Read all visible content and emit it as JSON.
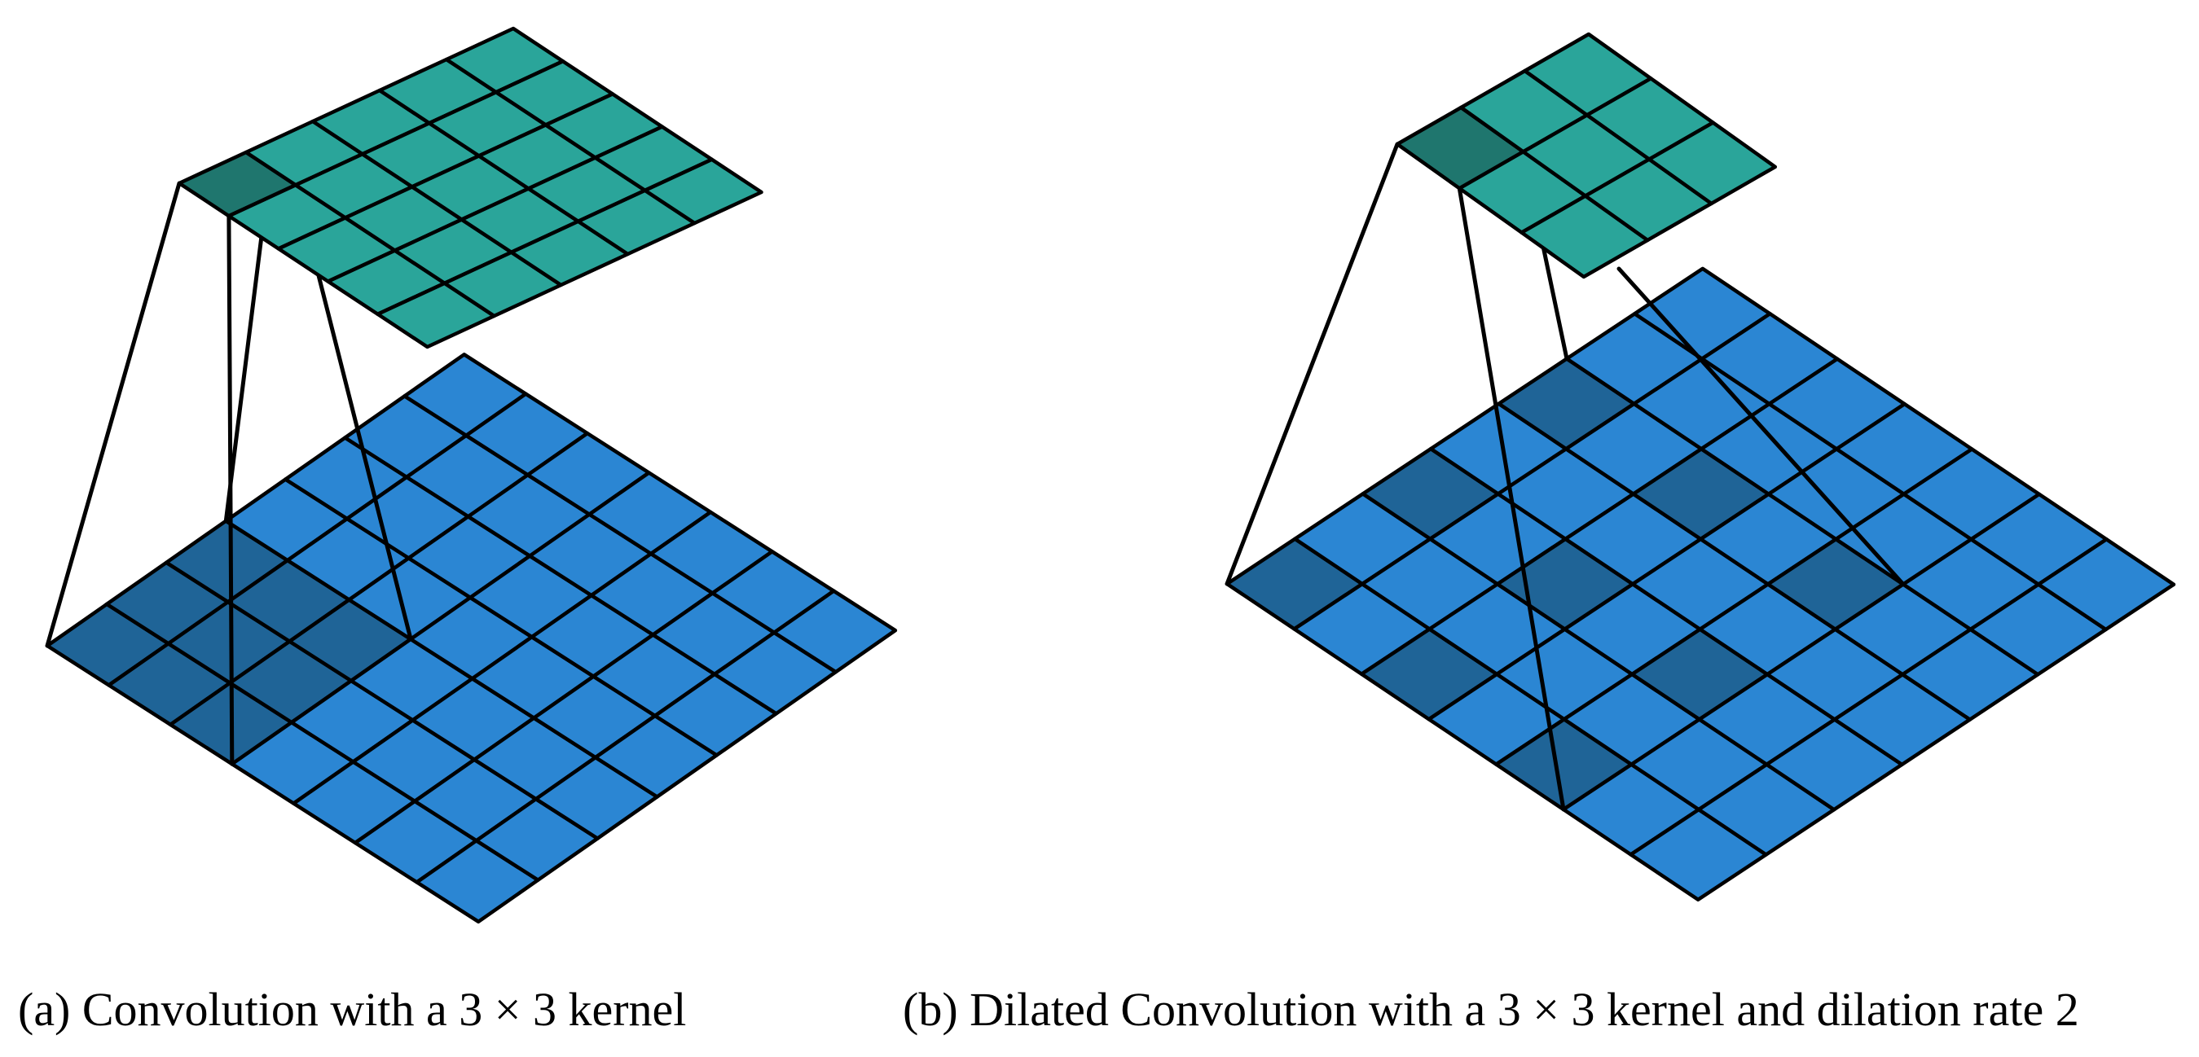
{
  "colors": {
    "input_cell": "#2b86d3",
    "input_cell_active": "#1f6497",
    "output_cell": "#2aa59a",
    "output_cell_active": "#1f766e",
    "grid_line": "#000000"
  },
  "panels": [
    {
      "id": "a",
      "input_grid": {
        "rows": 7,
        "cols": 7,
        "active": [
          [
            0,
            0
          ],
          [
            0,
            1
          ],
          [
            0,
            2
          ],
          [
            1,
            0
          ],
          [
            1,
            1
          ],
          [
            1,
            2
          ],
          [
            2,
            0
          ],
          [
            2,
            1
          ],
          [
            2,
            2
          ]
        ]
      },
      "output_grid": {
        "rows": 5,
        "cols": 5,
        "active": [
          [
            0,
            0
          ]
        ]
      },
      "caption": "(a) Convolution with a  3 × 3  kernel"
    },
    {
      "id": "b",
      "input_grid": {
        "rows": 7,
        "cols": 7,
        "active": [
          [
            0,
            0
          ],
          [
            0,
            2
          ],
          [
            0,
            4
          ],
          [
            2,
            0
          ],
          [
            2,
            2
          ],
          [
            2,
            4
          ],
          [
            4,
            0
          ],
          [
            4,
            2
          ],
          [
            4,
            4
          ]
        ]
      },
      "output_grid": {
        "rows": 3,
        "cols": 3,
        "active": [
          [
            0,
            0
          ]
        ]
      },
      "caption": "(b) Dilated Convolution with a  3 × 3  kernel and dilation rate 2"
    }
  ]
}
